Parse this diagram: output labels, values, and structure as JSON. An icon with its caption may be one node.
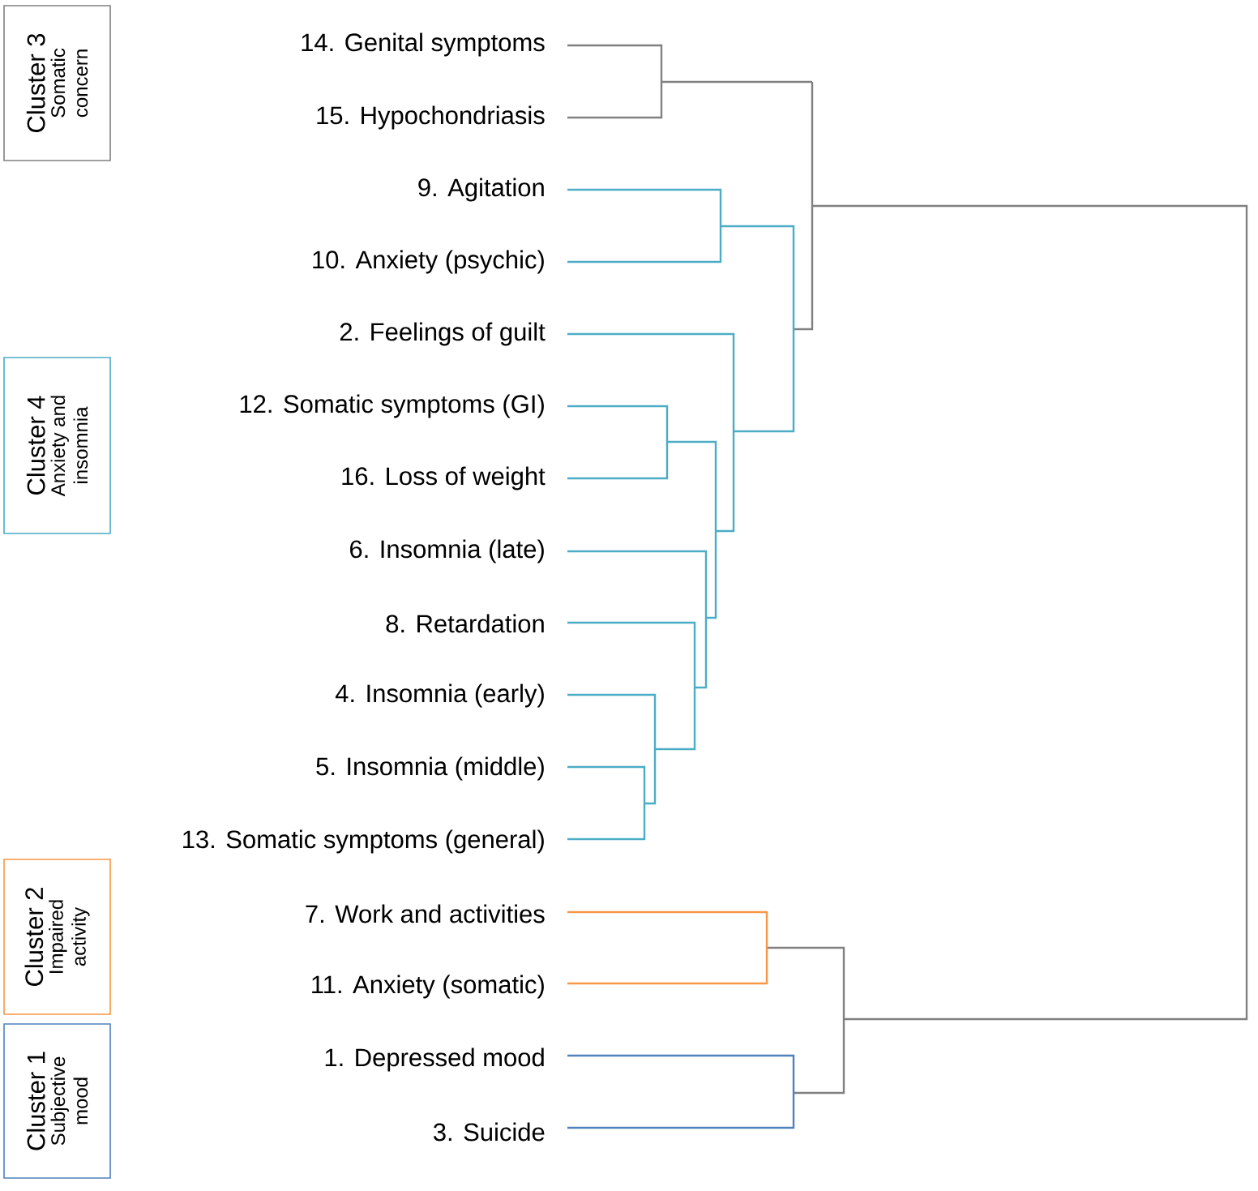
{
  "diagram": {
    "nodes": [
      {
        "text": [
          "Cluster 3",
          "Somatic concern"
        ]
      },
      {
        "text": [
          "Cluster 4",
          "Anxiety and insomnia"
        ]
      },
      {
        "text": [
          "Cluster 2",
          "Impaired activity"
        ]
      },
      {
        "text": [
          "Cluster 1",
          "Subjective mood"
        ]
      },
      {
        "text": [
          "14. Genital symptoms"
        ]
      },
      {
        "text": [
          "15. Hypochondriasis"
        ]
      },
      {
        "text": [
          "9. Agitation"
        ]
      },
      {
        "text": [
          "10. Anxiety (psychic)"
        ]
      },
      {
        "text": [
          "2. Feelings of guilt"
        ]
      },
      {
        "text": [
          "12. Somatic symptoms (GI)"
        ]
      },
      {
        "text": [
          "16. Loss of weight"
        ]
      },
      {
        "text": [
          "6. Insomnia (late)"
        ]
      },
      {
        "text": [
          "8. Retardation"
        ]
      },
      {
        "text": [
          "4. Insomnia (early)"
        ]
      },
      {
        "text": [
          "5. Insomnia (middle)"
        ]
      },
      {
        "text": [
          "13. Somatic symptoms (general)"
        ]
      },
      {
        "text": [
          "7. Work and activities"
        ]
      },
      {
        "text": [
          "11. Anxiety (somatic)"
        ]
      },
      {
        "text": [
          "1. Depressed mood"
        ]
      },
      {
        "text": [
          "3. Suicide"
        ]
      }
    ]
  }
}
